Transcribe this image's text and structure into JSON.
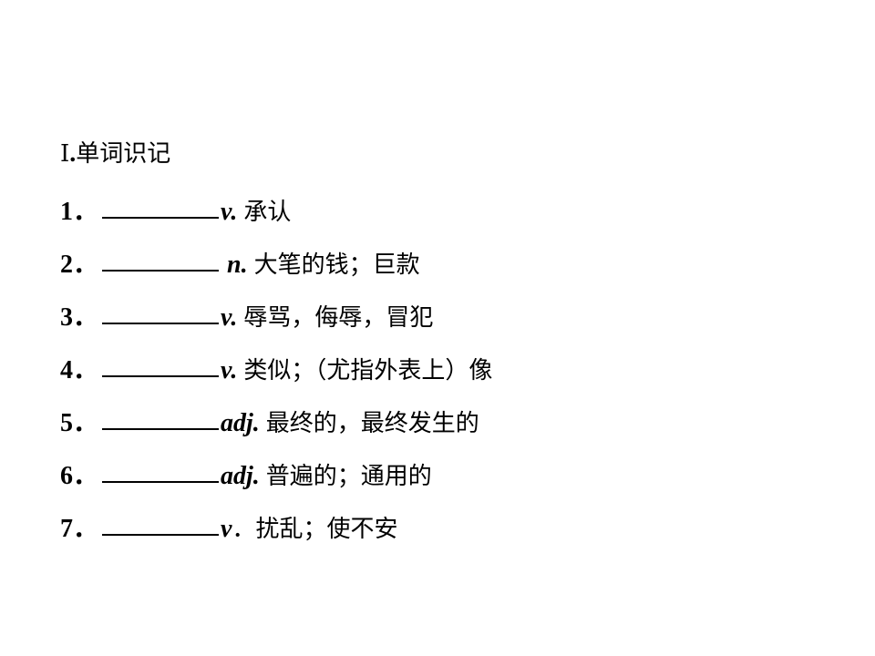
{
  "section": {
    "numeral": "Ⅰ",
    "separator": ".",
    "title": "单词识记"
  },
  "items": [
    {
      "number": "1．",
      "pos": "v.",
      "gap": " ",
      "meaning": "承认"
    },
    {
      "number": "2．",
      "pos": "n.",
      "gap": " ",
      "meaning": "大笔的钱；巨款",
      "lead": " "
    },
    {
      "number": "3．",
      "pos": "v.",
      "gap": " ",
      "meaning": "辱骂，侮辱，冒犯"
    },
    {
      "number": "4．",
      "pos": "v.",
      "gap": " ",
      "meaning": "类似；（尤指外表上）像"
    },
    {
      "number": "5．",
      "pos": "adj.",
      "gap": " ",
      "meaning": "最终的，最终发生的"
    },
    {
      "number": "6．",
      "pos": "adj.",
      "gap": " ",
      "meaning": "普遍的；通用的"
    },
    {
      "number": "7．",
      "pos": "v",
      "gap": "．",
      "meaning": "扰乱；使不安"
    }
  ]
}
